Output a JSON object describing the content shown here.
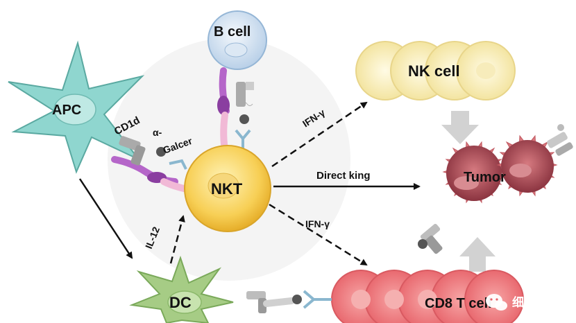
{
  "cells": {
    "apc": "APC",
    "b_cell": "B  cell",
    "nk_cell": "NK  cell",
    "nkt": "NKT",
    "tumor": "Tumor",
    "dc": "DC",
    "cd8_t_cell": "CD8  T cell"
  },
  "molecules": {
    "cd1d": "CD1d",
    "alpha_galcer_prefix": "α-",
    "alpha_galcer_suffix": "Galcer",
    "tcr": "TCR"
  },
  "arrows": {
    "ifn_gamma_top": "IFN-γ",
    "direct_killing": "Direct king",
    "ifn_gamma_bottom": "IFN-γ",
    "il12": "IL-12"
  },
  "watermark": {
    "text": "细胞王国",
    "icon": "wechat-icon"
  },
  "colors": {
    "apc_fill": "#8fd6cf",
    "b_cell_fill": "#c9ddef",
    "nk_cell_fill": "#f6ecb0",
    "nkt_fill": "#f7cf55",
    "tumor_fill": "#a64a52",
    "tumor_spikes": "#d9787f",
    "dc_fill": "#a6cc85",
    "cd8_fill": "#ef7f82",
    "cd1d_purple": "#b566c9",
    "tcr_pink": "#f1b9d6"
  }
}
